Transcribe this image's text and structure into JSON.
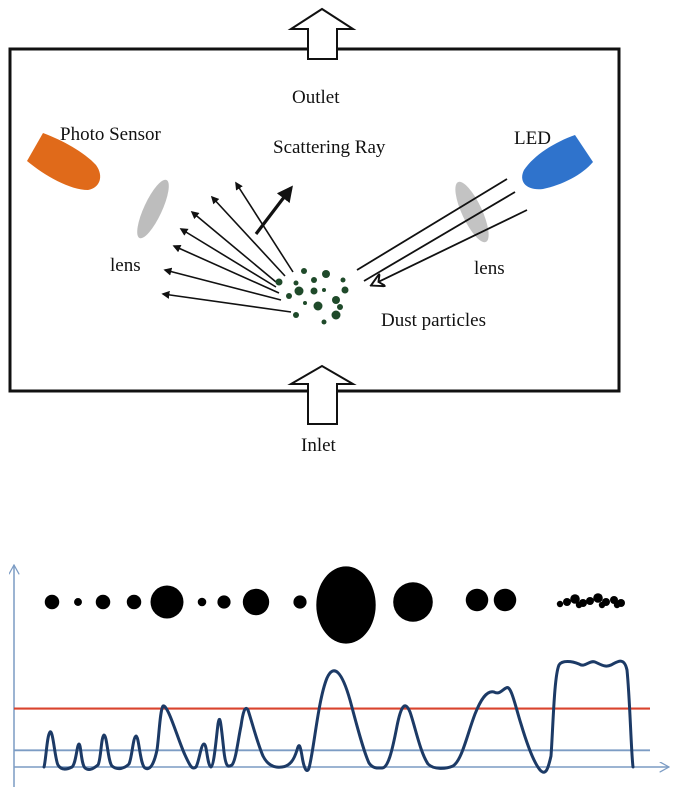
{
  "diagram": {
    "labels": {
      "outlet": "Outlet",
      "photo_sensor": "Photo Sensor",
      "scattering_ray": "Scattering Ray",
      "led": "LED",
      "lens_left": "lens",
      "lens_right": "lens",
      "dust_particles": "Dust particles",
      "inlet": "Inlet"
    },
    "colors": {
      "photo_sensor": "#e06a1a",
      "led": "#2f73cc",
      "lens": "#bdbdbd",
      "particle": "#1f4a2a",
      "chamber_border": "#111111"
    }
  },
  "signal_plot": {
    "colors": {
      "signal": "#1c3a66",
      "threshold_high": "#d9442e",
      "threshold_low": "#7c9cc4",
      "axis": "#7c9cc4",
      "particle": "#000000"
    },
    "particle_silhouettes": [
      {
        "kind": "single",
        "size": 0.22
      },
      {
        "kind": "single",
        "size": 0.12
      },
      {
        "kind": "single",
        "size": 0.22
      },
      {
        "kind": "single",
        "size": 0.22
      },
      {
        "kind": "single",
        "size": 0.5
      },
      {
        "kind": "single",
        "size": 0.13
      },
      {
        "kind": "single",
        "size": 0.2
      },
      {
        "kind": "single",
        "size": 0.4
      },
      {
        "kind": "single",
        "size": 0.2
      },
      {
        "kind": "single",
        "size": 1.0
      },
      {
        "kind": "single",
        "size": 0.6
      },
      {
        "kind": "pair",
        "size": 0.55
      },
      {
        "kind": "cluster",
        "size": 0.15
      }
    ],
    "thresholds": {
      "high": 0.35,
      "low": 0.1
    },
    "signal_peaks": [
      0.26,
      0.13,
      0.25,
      0.24,
      0.42,
      0.16,
      0.33,
      0.41,
      0.21,
      0.66,
      0.47,
      0.62,
      0.78
    ]
  }
}
